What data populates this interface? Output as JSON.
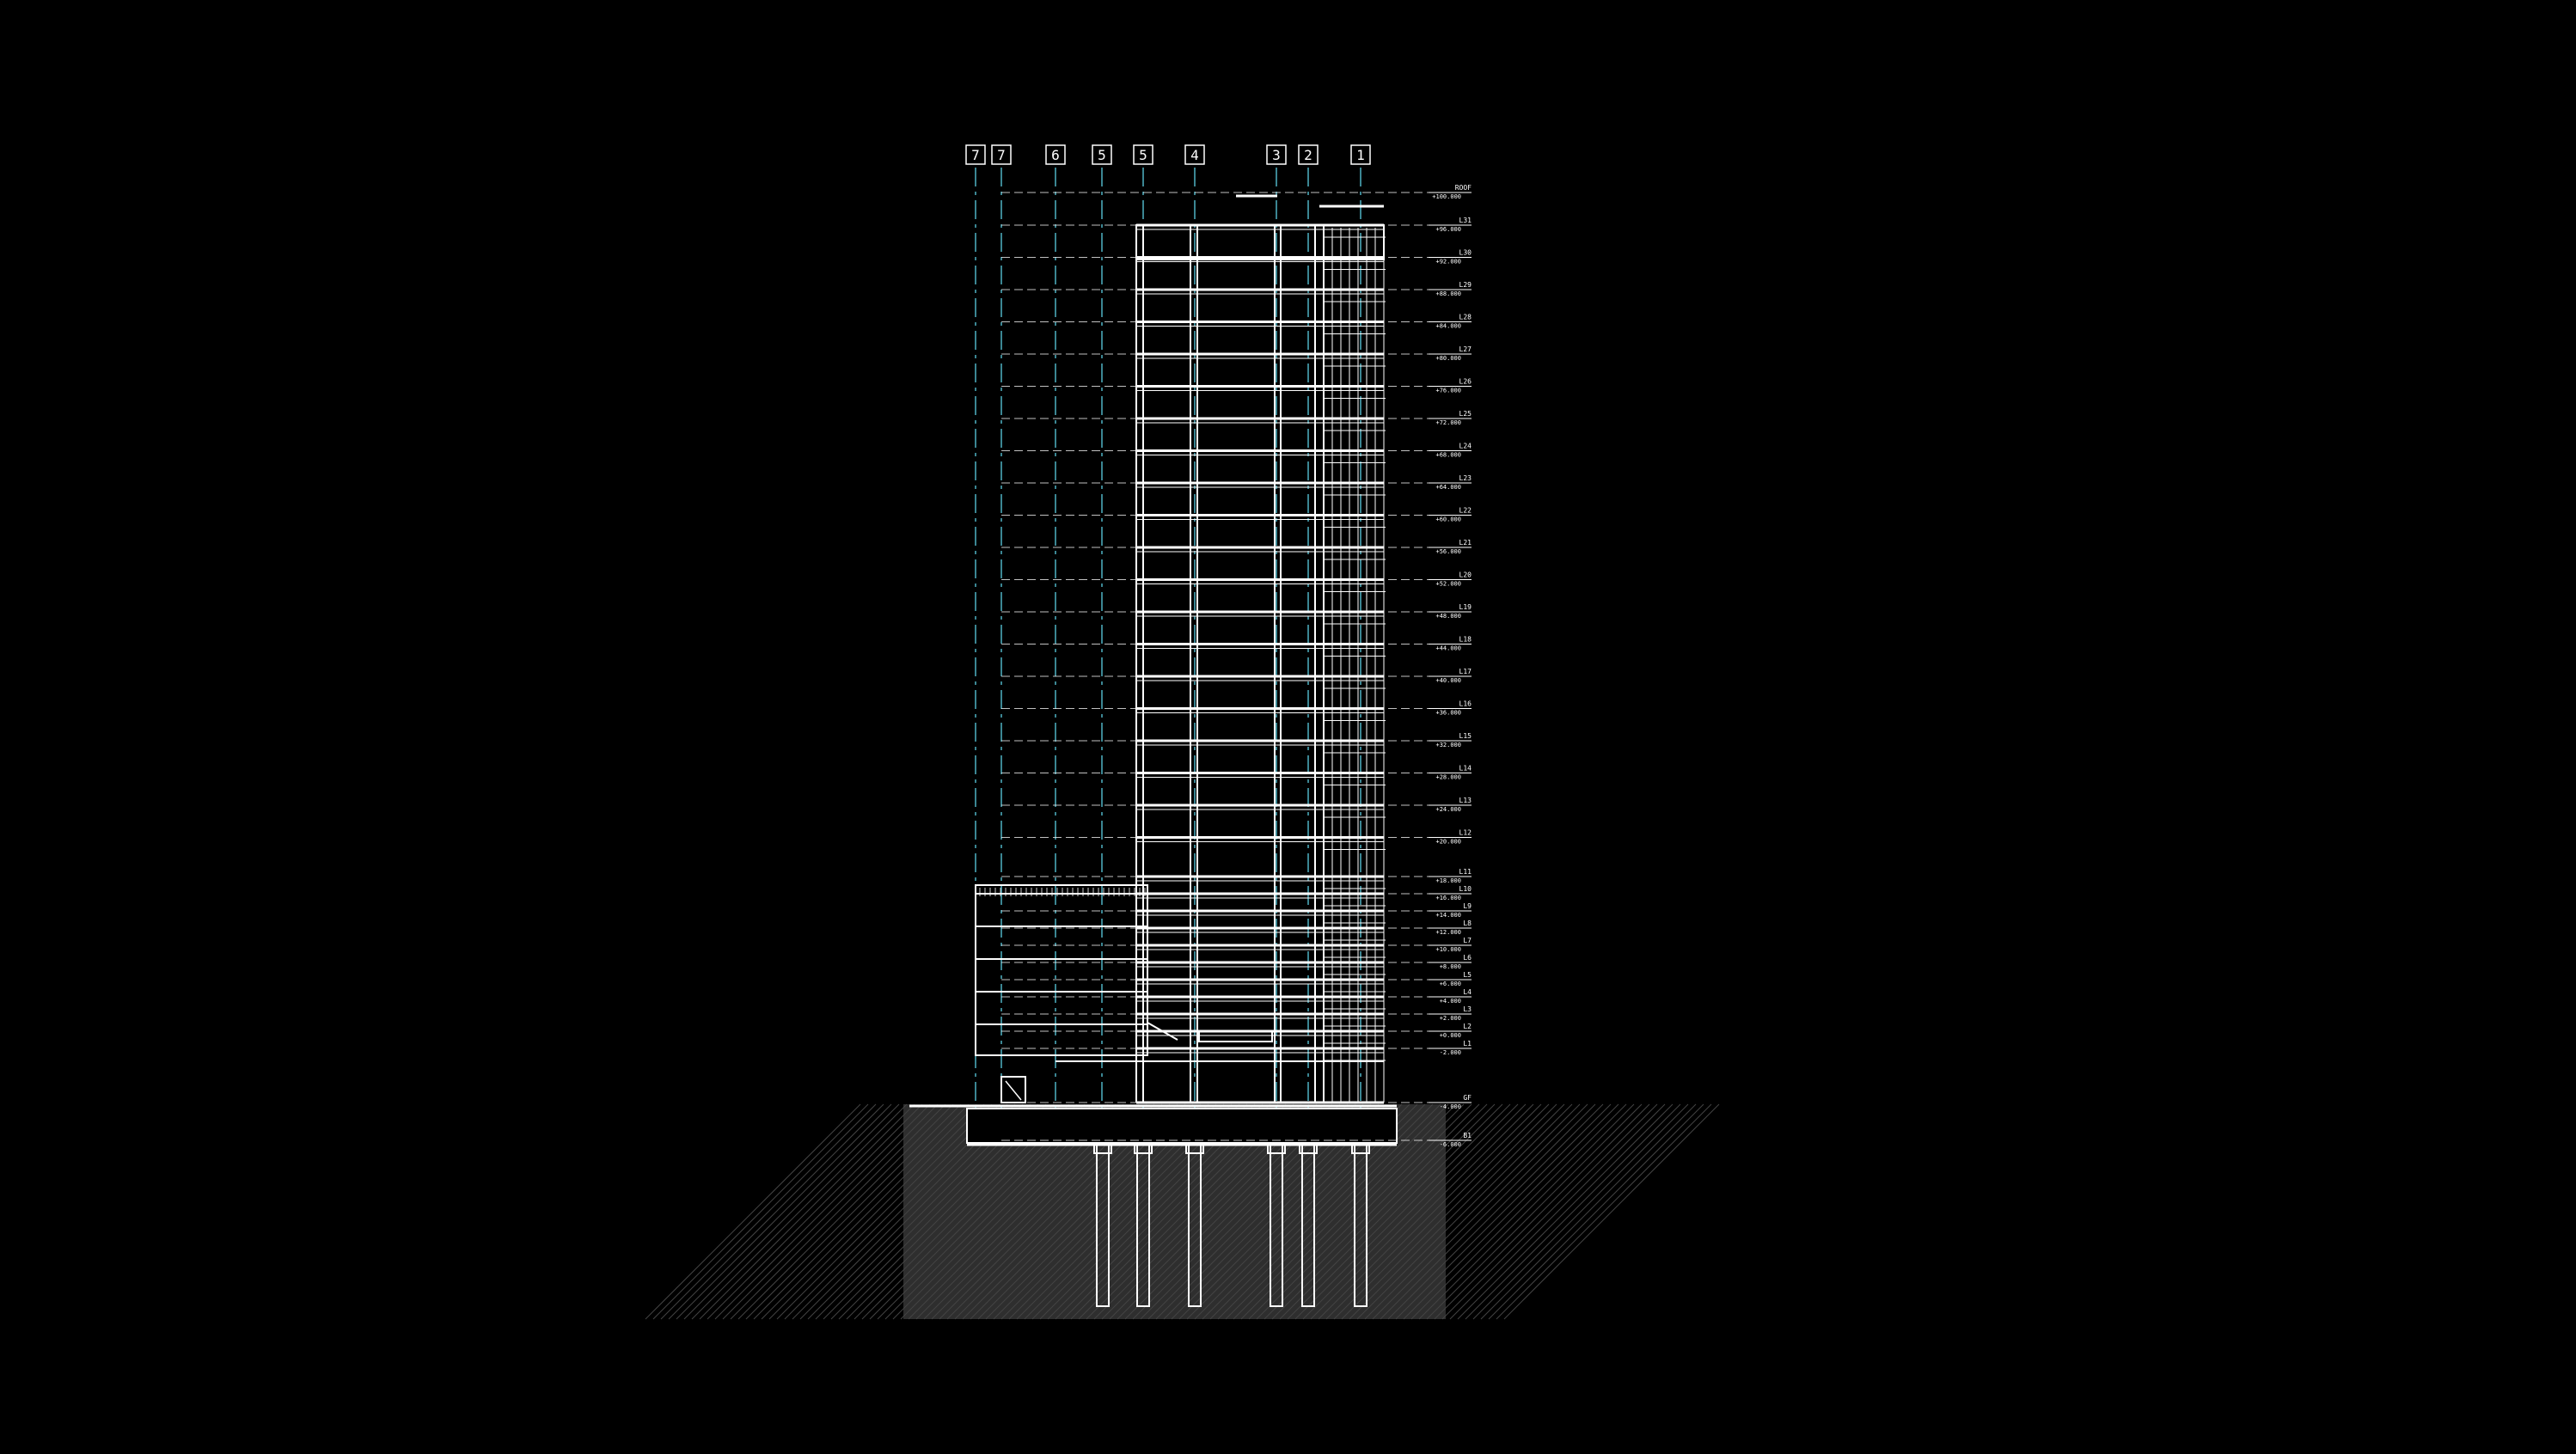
{
  "drawing": {
    "kind": "building-section",
    "background": "#000000",
    "colors": {
      "line": "#ffffff",
      "grid": "#4fb3c4",
      "soil": "#2e2e2e"
    },
    "grid_bubbles": [
      "7",
      "7",
      "6",
      "5",
      "5",
      "4",
      "3",
      "2",
      "1"
    ],
    "levels": [
      {
        "name": "ROOF",
        "value": "+100.000",
        "tier": 1
      },
      {
        "name": "L31",
        "value": "+96.000",
        "tier": 2
      },
      {
        "name": "L30",
        "value": "+92.000",
        "tier": 3
      },
      {
        "name": "L29",
        "value": "+88.000",
        "tier": 4
      },
      {
        "name": "L28",
        "value": "+84.000",
        "tier": 5
      },
      {
        "name": "L27",
        "value": "+80.000",
        "tier": 6
      },
      {
        "name": "L26",
        "value": "+76.000",
        "tier": 7
      },
      {
        "name": "L25",
        "value": "+72.000",
        "tier": 8
      },
      {
        "name": "L24",
        "value": "+68.000",
        "tier": 9
      },
      {
        "name": "L23",
        "value": "+64.000",
        "tier": 10
      },
      {
        "name": "L22",
        "value": "+60.000",
        "tier": 11
      },
      {
        "name": "L21",
        "value": "+56.000",
        "tier": 12
      },
      {
        "name": "L20",
        "value": "+52.000",
        "tier": 13
      },
      {
        "name": "L19",
        "value": "+48.000",
        "tier": 14
      },
      {
        "name": "L18",
        "value": "+44.000",
        "tier": 15
      },
      {
        "name": "L17",
        "value": "+40.000",
        "tier": 16
      },
      {
        "name": "L16",
        "value": "+36.000",
        "tier": 17
      },
      {
        "name": "L15",
        "value": "+32.000",
        "tier": 18
      },
      {
        "name": "L14",
        "value": "+28.000",
        "tier": 19
      },
      {
        "name": "L13",
        "value": "+24.000",
        "tier": 20
      },
      {
        "name": "L12",
        "value": "+20.000",
        "tier": 21
      },
      {
        "name": "L11",
        "value": "+18.000",
        "tier": 22
      },
      {
        "name": "L10",
        "value": "+16.000",
        "tier": 23
      },
      {
        "name": "L9",
        "value": "+14.000",
        "tier": 24
      },
      {
        "name": "L8",
        "value": "+12.000",
        "tier": 25
      },
      {
        "name": "L7",
        "value": "+10.000",
        "tier": 26
      },
      {
        "name": "L6",
        "value": "+8.000",
        "tier": 27
      },
      {
        "name": "L5",
        "value": "+6.000",
        "tier": 28
      },
      {
        "name": "L4",
        "value": "+4.000",
        "tier": 29
      },
      {
        "name": "L3",
        "value": "+2.000",
        "tier": 30
      },
      {
        "name": "L2",
        "value": "+0.000",
        "tier": 31
      },
      {
        "name": "L1",
        "value": "-2.000",
        "tier": 32
      },
      {
        "name": "GF",
        "value": "-4.000",
        "tier": 33
      },
      {
        "name": "B1",
        "value": "-6.000",
        "tier": 34
      }
    ]
  }
}
